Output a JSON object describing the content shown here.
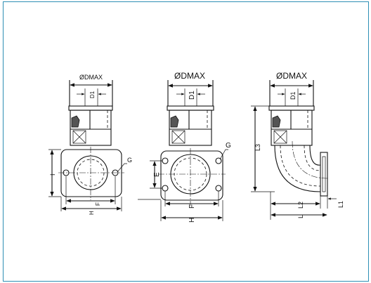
{
  "colors": {
    "frame": "#2e8fb4",
    "line": "#111111",
    "actuator": "#555555"
  },
  "views": [
    {
      "diameter_label": "ØDMAX",
      "bore_label": "D1",
      "height_label": "I",
      "inner_width_label": "F",
      "outer_width_label": "H",
      "hole_label": "G"
    },
    {
      "diameter_label": "ØDMAX",
      "bore_label": "D1",
      "offset_label": "E",
      "inner_width_label": "F",
      "outer_width_label": "H",
      "hole_label": "G"
    },
    {
      "diameter_label": "ØDMAX",
      "bore_label": "D1",
      "height_label": "L3",
      "reach_label": "L2",
      "total_label": "L",
      "flange_label": "L1"
    }
  ]
}
